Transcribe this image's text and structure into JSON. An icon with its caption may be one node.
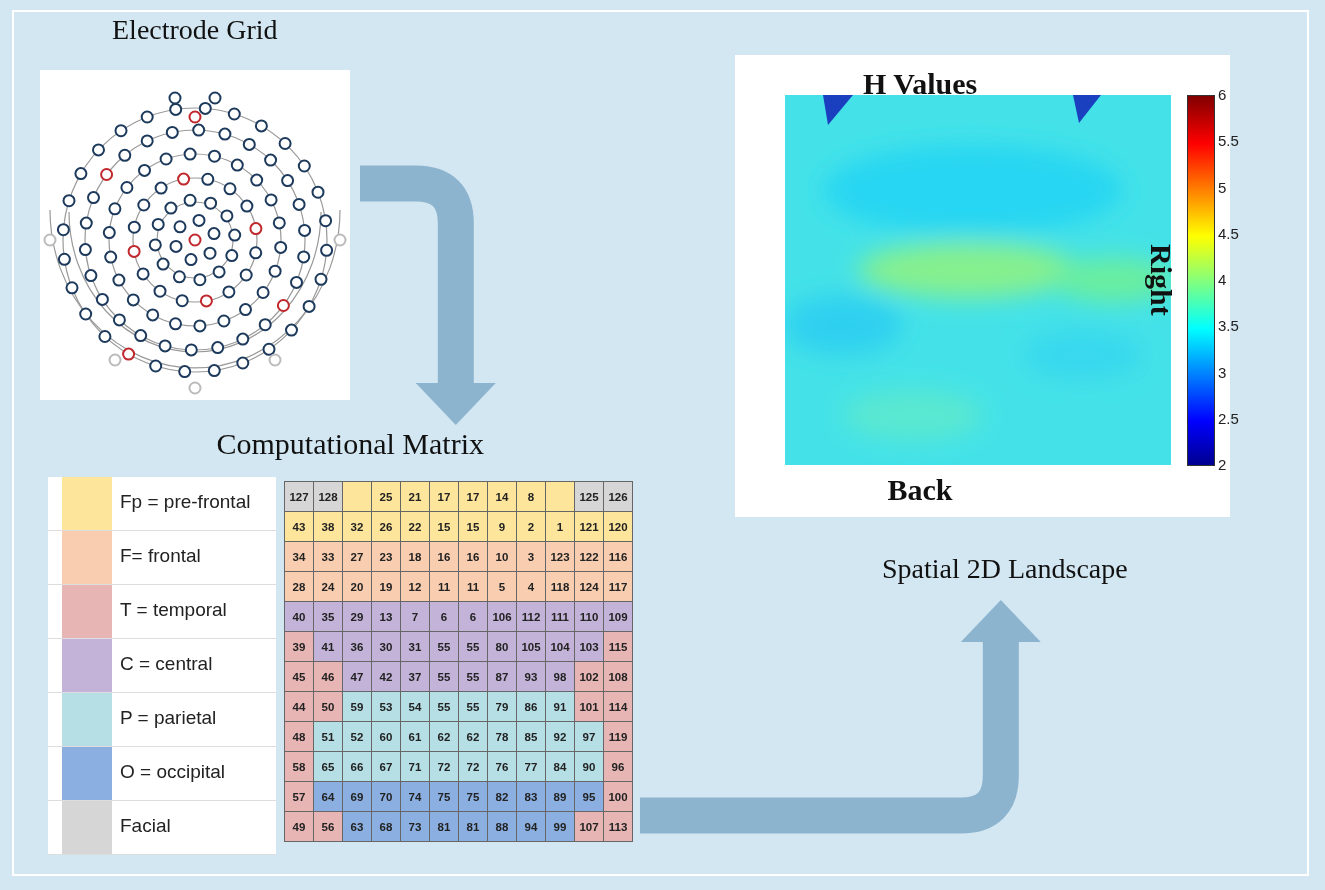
{
  "diagram": {
    "nodes": [
      {
        "text": [
          "Electrode Grid"
        ]
      },
      {
        "text": [
          "Computational Matrix"
        ]
      },
      {
        "text": [
          "H Values",
          "Right",
          "Back"
        ],
        "beside": [
          "Spatial 2D Landscape"
        ]
      }
    ],
    "edges": [
      {
        "from": 0,
        "to": 1,
        "arrow": "to"
      },
      {
        "from": 1,
        "to": 2,
        "arrow": "to"
      }
    ],
    "labels": [
      "6",
      "5.5",
      "5",
      "4.5",
      "4",
      "3.5",
      "3",
      "2.5",
      "2",
      "127",
      "128",
      "25",
      "21",
      "17",
      "17",
      "14",
      "8",
      "125",
      "126",
      "43",
      "38",
      "32",
      "26",
      "22",
      "15",
      "15",
      "9",
      "2",
      "1",
      "121",
      "120",
      "34",
      "33",
      "27",
      "23",
      "18",
      "16",
      "16",
      "10",
      "3",
      "123",
      "122",
      "116",
      "28",
      "24",
      "20",
      "19",
      "12",
      "11",
      "11",
      "5",
      "4",
      "118",
      "124",
      "117",
      "40",
      "35",
      "29",
      "13",
      "7",
      "6",
      "6",
      "106",
      "112",
      "111",
      "110",
      "109",
      "39",
      "41",
      "36",
      "30",
      "31",
      "55",
      "55",
      "80",
      "105",
      "104",
      "103",
      "115",
      "45",
      "46",
      "47",
      "42",
      "37",
      "55",
      "55",
      "87",
      "93",
      "98",
      "102",
      "108",
      "44",
      "50",
      "59",
      "53",
      "54",
      "55",
      "55",
      "79",
      "86",
      "91",
      "101",
      "114",
      "48",
      "51",
      "52",
      "60",
      "61",
      "62",
      "62",
      "78",
      "85",
      "92",
      "97",
      "119",
      "58",
      "65",
      "66",
      "67",
      "71",
      "72",
      "72",
      "76",
      "77",
      "84",
      "90",
      "96",
      "57",
      "64",
      "69",
      "70",
      "74",
      "75",
      "75",
      "82",
      "83",
      "89",
      "95",
      "100",
      "49",
      "56",
      "63",
      "68",
      "73",
      "81",
      "81",
      "88",
      "94",
      "99",
      "107",
      "113"
    ],
    "legend": [
      {
        "text": "Fp = pre-frontal",
        "color": "#fde59b"
      },
      {
        "text": "F= frontal",
        "color": "#f9cdb0"
      },
      {
        "text": "T = temporal",
        "color": "#e8b5b5"
      },
      {
        "text": "C = central",
        "color": "#c3b3d8"
      },
      {
        "text": "P = parietal",
        "color": "#b5dfe5"
      },
      {
        "text": "O = occipital",
        "color": "#8bafe0"
      },
      {
        "text": "Facial",
        "color": "#d6d6d6"
      }
    ]
  }
}
